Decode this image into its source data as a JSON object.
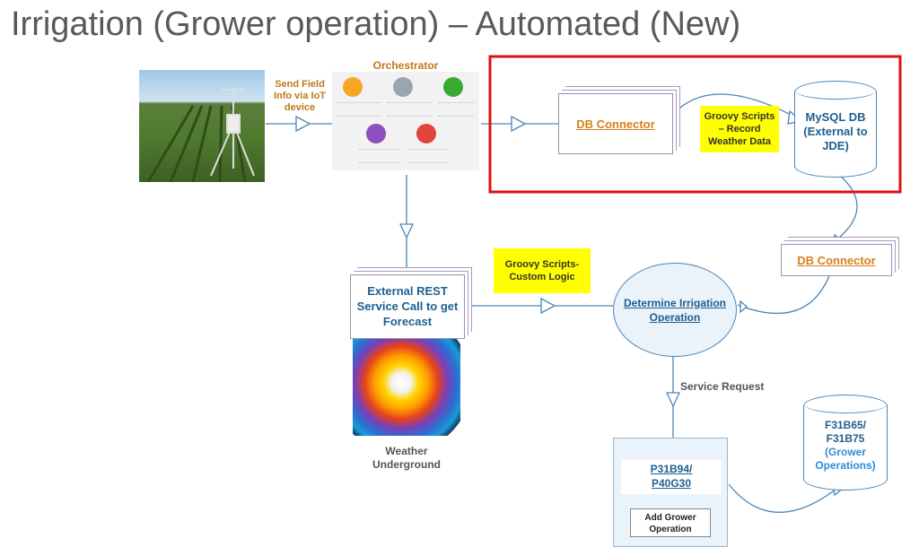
{
  "title": "Irrigation (Grower operation) – Automated (New)",
  "send_field_info": [
    "Send Field",
    "Info via IoT",
    "device"
  ],
  "orchestrator": {
    "label": "Orchestrator"
  },
  "db_connector_top": "DB Connector",
  "groovy_record": [
    "Groovy Scripts",
    "– Record",
    "Weather Data"
  ],
  "mysql_db": [
    "MySQL DB",
    "(External to",
    "JDE)"
  ],
  "db_connector_right": "DB Connector",
  "groovy_custom": [
    "Groovy Scripts-",
    "Custom Logic"
  ],
  "external_rest": [
    "External REST",
    "Service Call to get",
    "Forecast"
  ],
  "determine": [
    "Determine Irrigation",
    "Operation"
  ],
  "weather_underground": [
    "Weather",
    "Underground"
  ],
  "service_request": "Service Request",
  "p31b94": [
    "P31B94/",
    "P40G30"
  ],
  "add_grower": [
    "Add Grower",
    "Operation"
  ],
  "f31b65": [
    "F31B65/",
    "F31B75"
  ],
  "grower_ops": [
    "(Grower",
    "Operations)"
  ],
  "colors": {
    "highlight_border": "#e01010",
    "connector_blue": "#4a86b8",
    "label_blue": "#1f5f8f",
    "link_orange": "#d6801e",
    "note_yellow": "#ffff00"
  }
}
